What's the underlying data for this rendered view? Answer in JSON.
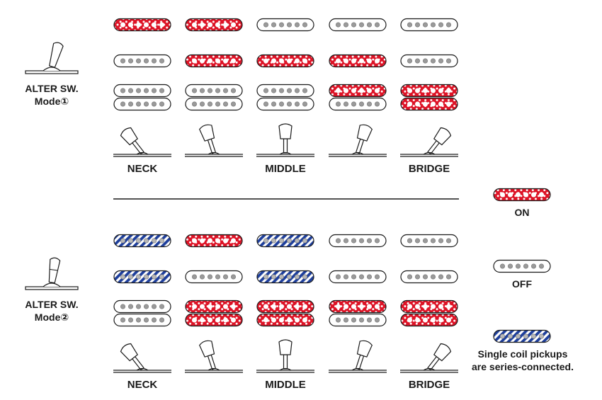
{
  "colors": {
    "on": "#dd1326",
    "series": "#1e3f9c",
    "off_dot": "#9a9a9a",
    "ink": "#1a1a1a"
  },
  "positions": [
    "NECK",
    "MIDDLE",
    "BRIDGE"
  ],
  "modes": [
    {
      "label": "ALTER SW.",
      "mode": "Mode①",
      "toggle": "up",
      "pickups": {
        "neck": [
          "on",
          "on",
          "off",
          "off",
          "off"
        ],
        "middle": [
          "off",
          "on",
          "on",
          "on",
          "off"
        ],
        "bridge_upper": [
          "off",
          "off",
          "off",
          "on",
          "on"
        ],
        "bridge_lower": [
          "off",
          "off",
          "off",
          "off",
          "on"
        ]
      }
    },
    {
      "label": "ALTER SW.",
      "mode": "Mode②",
      "toggle": "down",
      "pickups": {
        "neck": [
          "series",
          "on",
          "series",
          "off",
          "off"
        ],
        "middle": [
          "series",
          "off",
          "series",
          "off",
          "off"
        ],
        "bridge_upper": [
          "off",
          "on",
          "on",
          "on",
          "on"
        ],
        "bridge_lower": [
          "off",
          "on",
          "on",
          "off",
          "on"
        ]
      }
    }
  ],
  "selector_icons": [
    "selector-tilt-left",
    "selector-lean-left",
    "selector-center",
    "selector-lean-right",
    "selector-tilt-right"
  ],
  "legend": {
    "on": "ON",
    "off": "OFF",
    "series_line1": "Single coil pickups",
    "series_line2": "are series-connected."
  }
}
